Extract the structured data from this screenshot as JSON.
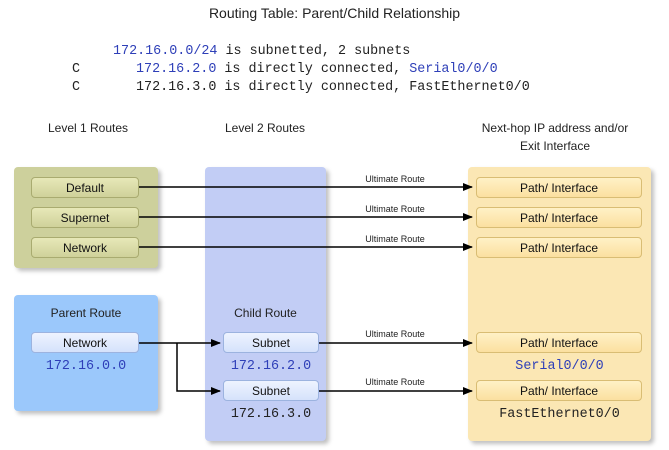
{
  "title": "Routing Table: Parent/Child Relationship",
  "routing_table": {
    "line1": {
      "network": "172.16.0.0/24",
      "text": " is subnetted, 2 subnets"
    },
    "line2": {
      "code": "C",
      "network": "172.16.2.0",
      "text": " is directly connected, ",
      "iface": "Serial0/0/0"
    },
    "line3": {
      "code": "C",
      "network": "172.16.3.0",
      "text": " is directly connected, FastEthernet0/0"
    }
  },
  "headers": {
    "level1": "Level 1 Routes",
    "level2": "Level 2 Routes",
    "nexthop_line1": "Next-hop IP address and/or",
    "nexthop_line2": "Exit Interface"
  },
  "level1_routes": [
    "Default",
    "Supernet",
    "Network"
  ],
  "parent_route": {
    "title": "Parent Route",
    "button": "Network",
    "value": "172.16.0.0"
  },
  "child_route": {
    "title": "Child Route",
    "items": [
      {
        "button": "Subnet",
        "value": "172.16.2.0"
      },
      {
        "button": "Subnet",
        "value": "172.16.3.0"
      }
    ]
  },
  "arrow_label": "Ultimate Route",
  "path_label": "Path/ Interface",
  "exit_interfaces": [
    "Serial0/0/0",
    "FastEthernet0/0"
  ],
  "colors": {
    "olive_panel": "#cdd09c",
    "blue_panel": "#9bc8fb",
    "lavender_panel": "#c2cdf5",
    "peach_panel": "#fbe7b4",
    "link_blue": "#2e3fb8"
  }
}
